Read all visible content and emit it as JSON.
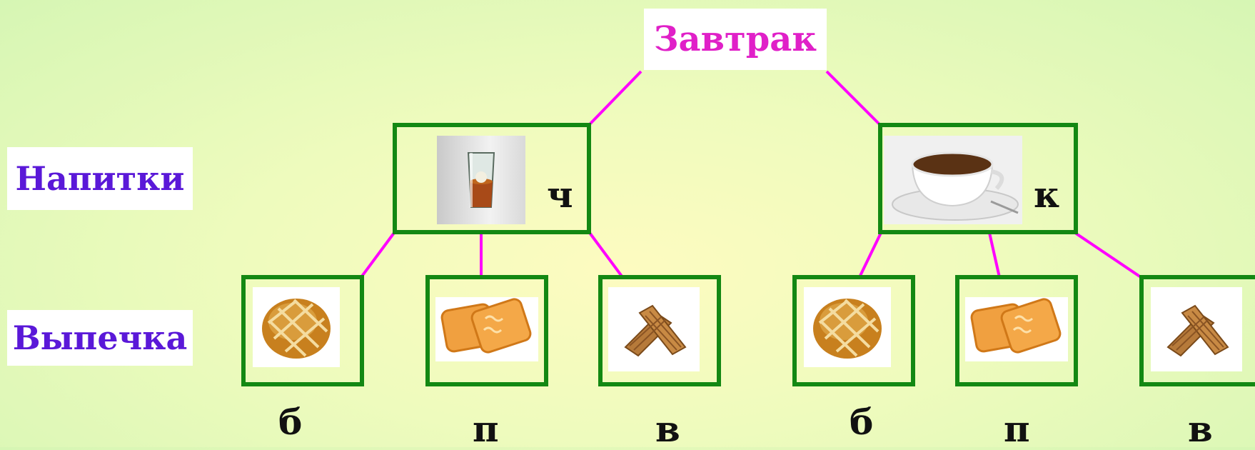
{
  "root": {
    "title": "Завтрак"
  },
  "rows": {
    "drinks": "Напитки",
    "pastry": "Выпечка"
  },
  "drinks": [
    {
      "letter": "ч",
      "icon": "glass-of-tea-icon"
    },
    {
      "letter": "к",
      "icon": "coffee-cup-icon"
    }
  ],
  "pastries_left": [
    {
      "letter": "б",
      "icon": "bun-icon"
    },
    {
      "letter": "п",
      "icon": "cookies-icon"
    },
    {
      "letter": "в",
      "icon": "wafers-icon"
    }
  ],
  "pastries_right": [
    {
      "letter": "б",
      "icon": "bun-icon"
    },
    {
      "letter": "п",
      "icon": "cookies-icon"
    },
    {
      "letter": "в",
      "icon": "wafers-icon"
    }
  ],
  "colors": {
    "edge": "#ff00ff",
    "node_border": "#138813",
    "title": "#e020c8",
    "row_label": "#5a18d8"
  }
}
